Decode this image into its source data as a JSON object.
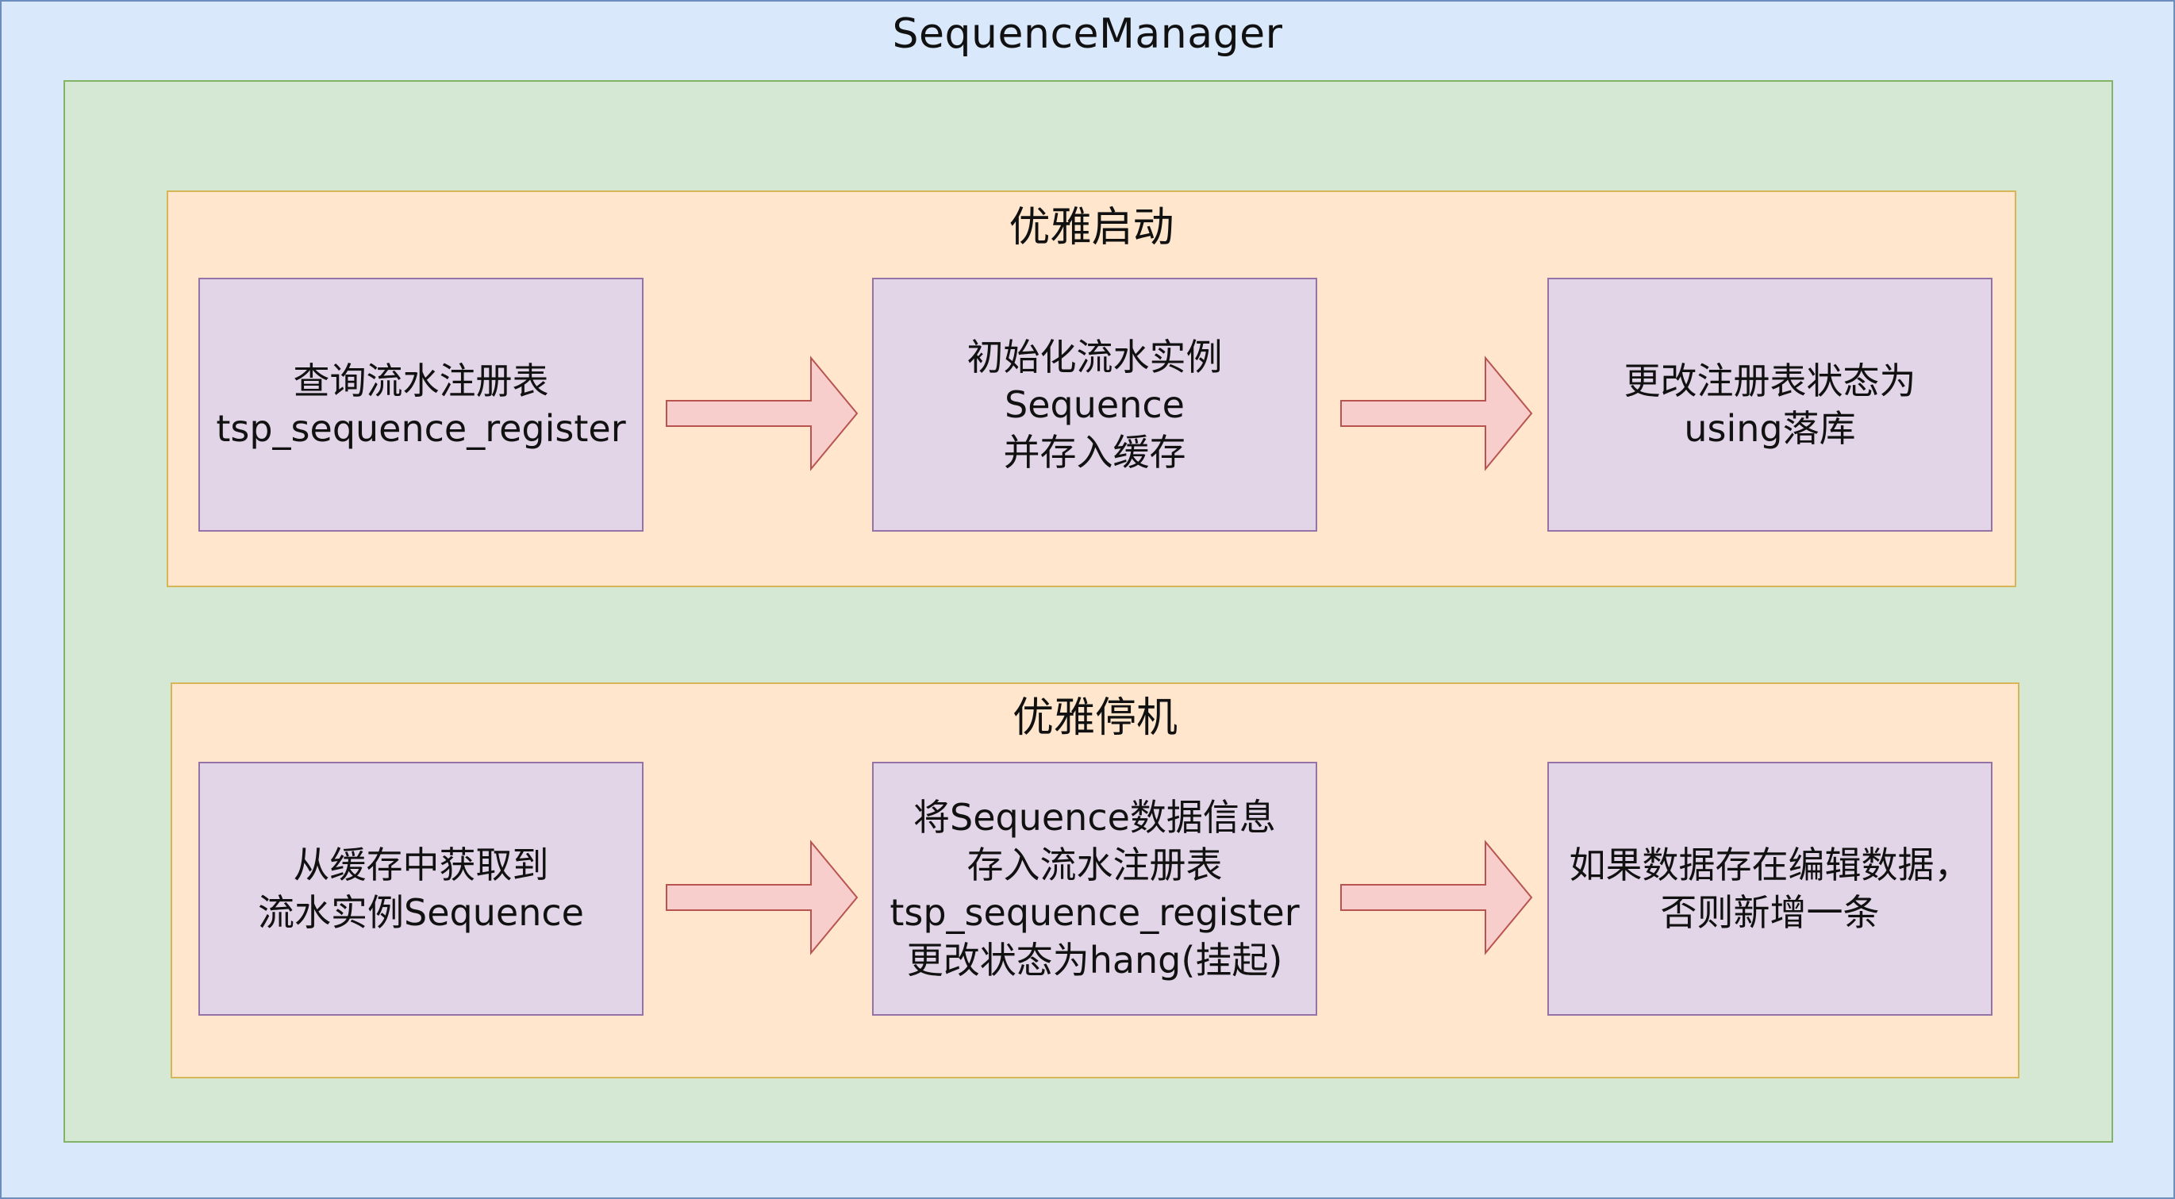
{
  "diagram": {
    "title": "SequenceManager",
    "sections": [
      {
        "title": "优雅启动",
        "steps": [
          "查询流水注册表\ntsp_sequence_register",
          "初始化流水实例\nSequence\n并存入缓存",
          "更改注册表状态为\nusing落库"
        ]
      },
      {
        "title": "优雅停机",
        "steps": [
          "从缓存中获取到\n流水实例Sequence",
          "将Sequence数据信息\n存入流水注册表\ntsp_sequence_register\n更改状态为hang(挂起)",
          "如果数据存在编辑数据，\n否则新增一条"
        ]
      }
    ],
    "colors": {
      "outer": "#dae8fc",
      "panel": "#d5e8d4",
      "section": "#ffe6cc",
      "step": "#e1d5e7",
      "arrow_fill": "#f8cecc",
      "arrow_stroke": "#b85450"
    }
  }
}
